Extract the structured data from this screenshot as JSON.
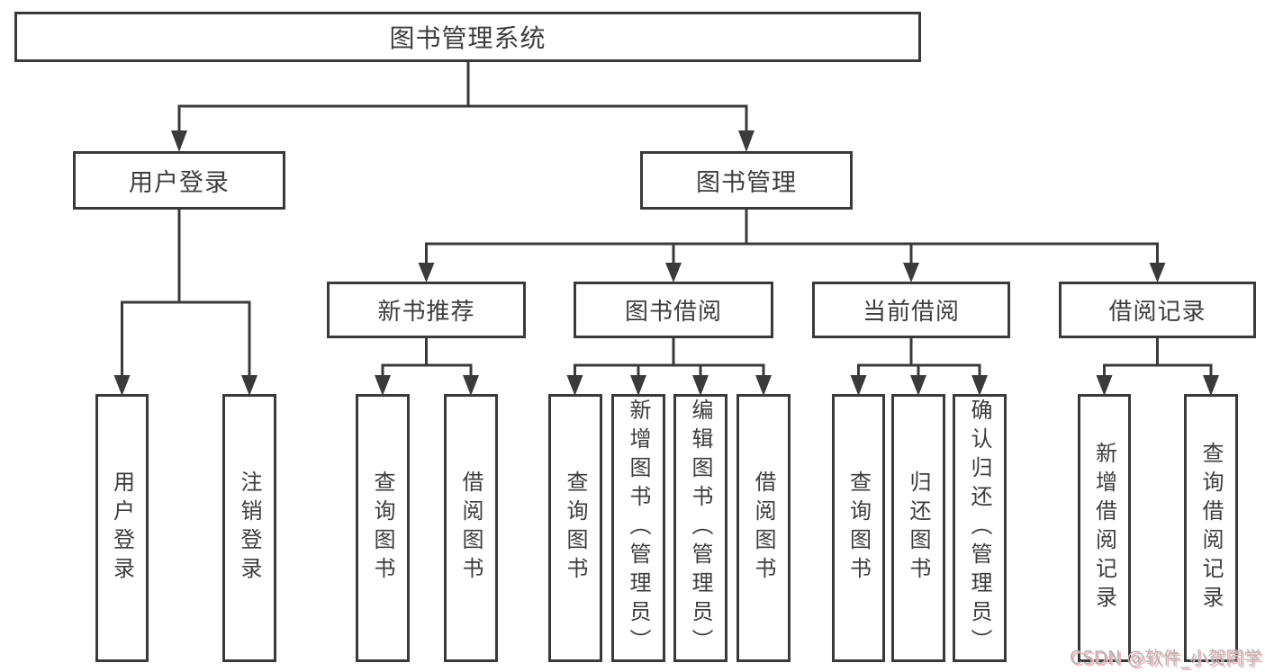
{
  "diagram_title": "图书管理系统",
  "nodes": {
    "root": "图书管理系统",
    "user_login": "用户登录",
    "book_mgmt": "图书管理",
    "new_book_rec": "新书推荐",
    "book_borrow": "图书借阅",
    "current_borrow": "当前借阅",
    "borrow_records": "借阅记录",
    "leaf_user_login": "用户登录",
    "leaf_logout": "注销登录",
    "leaf_rec_query": "查询图书",
    "leaf_rec_borrow": "借阅图书",
    "leaf_bb_query": "查询图书",
    "leaf_bb_add": "新增图书（管理员）",
    "leaf_bb_edit": "编辑图书（管理员）",
    "leaf_bb_borrow": "借阅图书",
    "leaf_cb_query": "查询图书",
    "leaf_cb_return": "归还图书",
    "leaf_cb_confirm": "确认归还（管理员）",
    "leaf_br_add": "新增借阅记录",
    "leaf_br_query": "查询借阅记录"
  },
  "hierarchy": {
    "图书管理系统": {
      "用户登录": [
        "用户登录",
        "注销登录"
      ],
      "图书管理": {
        "新书推荐": [
          "查询图书",
          "借阅图书"
        ],
        "图书借阅": [
          "查询图书",
          "新增图书（管理员）",
          "编辑图书（管理员）",
          "借阅图书"
        ],
        "当前借阅": [
          "查询图书",
          "归还图书",
          "确认归还（管理员）"
        ],
        "借阅记录": [
          "新增借阅记录",
          "查询借阅记录"
        ]
      }
    }
  },
  "watermark": "CSDN @软件_小贺同学",
  "colors": {
    "line": "#3a3a3a",
    "text": "#3d3d3d",
    "background": "#ffffff",
    "watermark_text": "#b5b5b5",
    "watermark_shadow": "#f3b0ba"
  }
}
